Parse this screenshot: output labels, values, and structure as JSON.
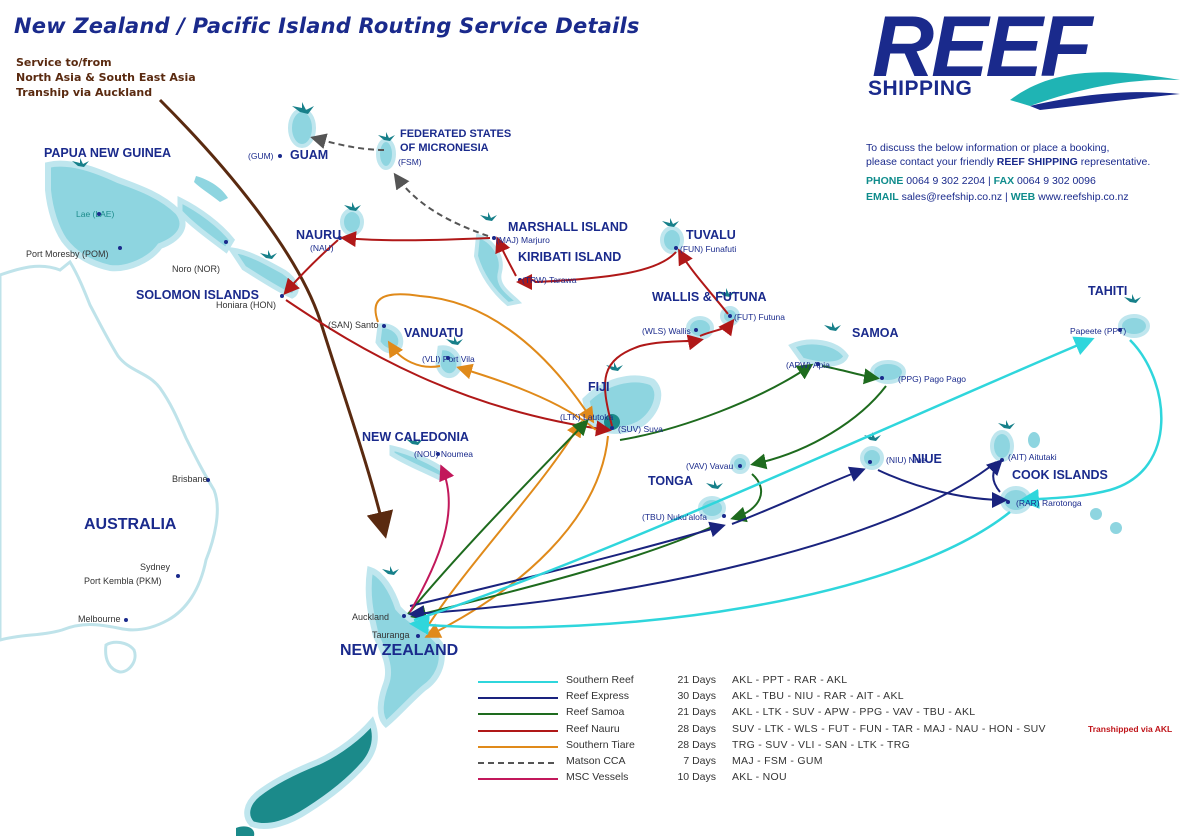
{
  "header": {
    "title": "New Zealand / Pacific Island Routing Service Details",
    "service_lines": [
      "Service to/from",
      "North Asia & South East Asia",
      "Tranship via Auckland"
    ]
  },
  "logo": {
    "word": "REEF",
    "sub": "SHIPPING"
  },
  "contact": {
    "line1": "To discuss the below information or place a booking,",
    "line2_pre": "please contact your friendly ",
    "line2_bold": "REEF SHIPPING",
    "line2_post": " representative.",
    "phone_label": "PHONE",
    "phone": "0064 9 302 2204",
    "fax_label": "FAX",
    "fax": "0064 9 302 0096",
    "email_label": "EMAIL",
    "email": "sales@reefship.co.nz",
    "web_label": "WEB",
    "web": "www.reefship.co.nz"
  },
  "countries": {
    "png": "PAPUA NEW GUINEA",
    "guam": "GUAM",
    "fsm": "FEDERATED STATES OF MICRONESIA",
    "fsm1": "FEDERATED STATES",
    "fsm2": "OF MICRONESIA",
    "nauru": "NAURU",
    "marshall": "MARSHALL ISLAND",
    "kiribati": "KIRIBATI ISLAND",
    "tuvalu": "TUVALU",
    "solomon": "SOLOMON ISLANDS",
    "vanuatu": "VANUATU",
    "wallis": "WALLIS & FUTUNA",
    "samoa": "SAMOA",
    "tahiti": "TAHITI",
    "fiji": "FIJI",
    "newcal": "NEW CALEDONIA",
    "tonga": "TONGA",
    "niue": "NIUE",
    "cook": "COOK ISLANDS",
    "australia": "AUSTRALIA",
    "nz": "NEW ZEALAND"
  },
  "ports": {
    "gum": "(GUM)",
    "fsm": "(FSM)",
    "lae": "Lae (LAE)",
    "pom": "Port Moresby (POM)",
    "nor": "Noro (NOR)",
    "hon": "Honiara (HON)",
    "nau": "(NAU)",
    "maj": "(MAJ) Marjuro",
    "trw": "(TRW) Tarawa",
    "fun": "(FUN) Funafuti",
    "san": "(SAN) Santo",
    "vli": "(VLI) Port Vila",
    "wls": "(WLS) Wallis",
    "fut": "(FUT) Futuna",
    "apw": "(APW) Apia",
    "ppg": "(PPG) Pago Pago",
    "ppt": "Papeete (PPT)",
    "ltk": "(LTK) Lautoka",
    "suv": "(SUV) Suva",
    "nou": "(NOU) Noumea",
    "vav": "(VAV) Vavau",
    "tbu": "(TBU) Nuku'alofa",
    "niu": "(NIU) Niue",
    "ait": "(AIT) Aitutaki",
    "rar": "(RAR) Rarotonga",
    "bris": "Brisbane",
    "syd": "Sydney",
    "pkm": "Port Kembla (PKM)",
    "mel": "Melbourne",
    "akl": "Auckland",
    "trg": "Tauranga"
  },
  "legend": [
    {
      "name": "Southern Reef",
      "days": "21 Days",
      "route": "AKL - PPT - RAR - AKL",
      "color": "#2fd6dc",
      "dashed": false,
      "note": ""
    },
    {
      "name": "Reef Express",
      "days": "30 Days",
      "route": "AKL - TBU - NIU - RAR - AIT - AKL",
      "color": "#1a237e",
      "dashed": false,
      "note": ""
    },
    {
      "name": "Reef Samoa",
      "days": "21 Days",
      "route": "AKL - LTK - SUV - APW - PPG - VAV - TBU - AKL",
      "color": "#1e6b1e",
      "dashed": false,
      "note": ""
    },
    {
      "name": "Reef Nauru",
      "days": "28 Days",
      "route": "SUV - LTK - WLS - FUT - FUN - TAR - MAJ - NAU - HON - SUV",
      "color": "#b01818",
      "dashed": false,
      "note": "Transhipped via AKL"
    },
    {
      "name": "Southern Tiare",
      "days": "28 Days",
      "route": "TRG - SUV - VLI - SAN - LTK - TRG",
      "color": "#e08a1a",
      "dashed": false,
      "note": ""
    },
    {
      "name": "Matson CCA",
      "days": "7 Days",
      "route": "MAJ - FSM - GUM",
      "color": "#555555",
      "dashed": true,
      "note": ""
    },
    {
      "name": "MSC Vessels",
      "days": "10 Days",
      "route": "AKL - NOU",
      "color": "#c2185b",
      "dashed": false,
      "note": ""
    }
  ],
  "colors": {
    "land": "#8ed5e0",
    "land_dark": "#1b8a8a",
    "navy": "#1a2a8c",
    "asia_route": "#5a2a10"
  }
}
